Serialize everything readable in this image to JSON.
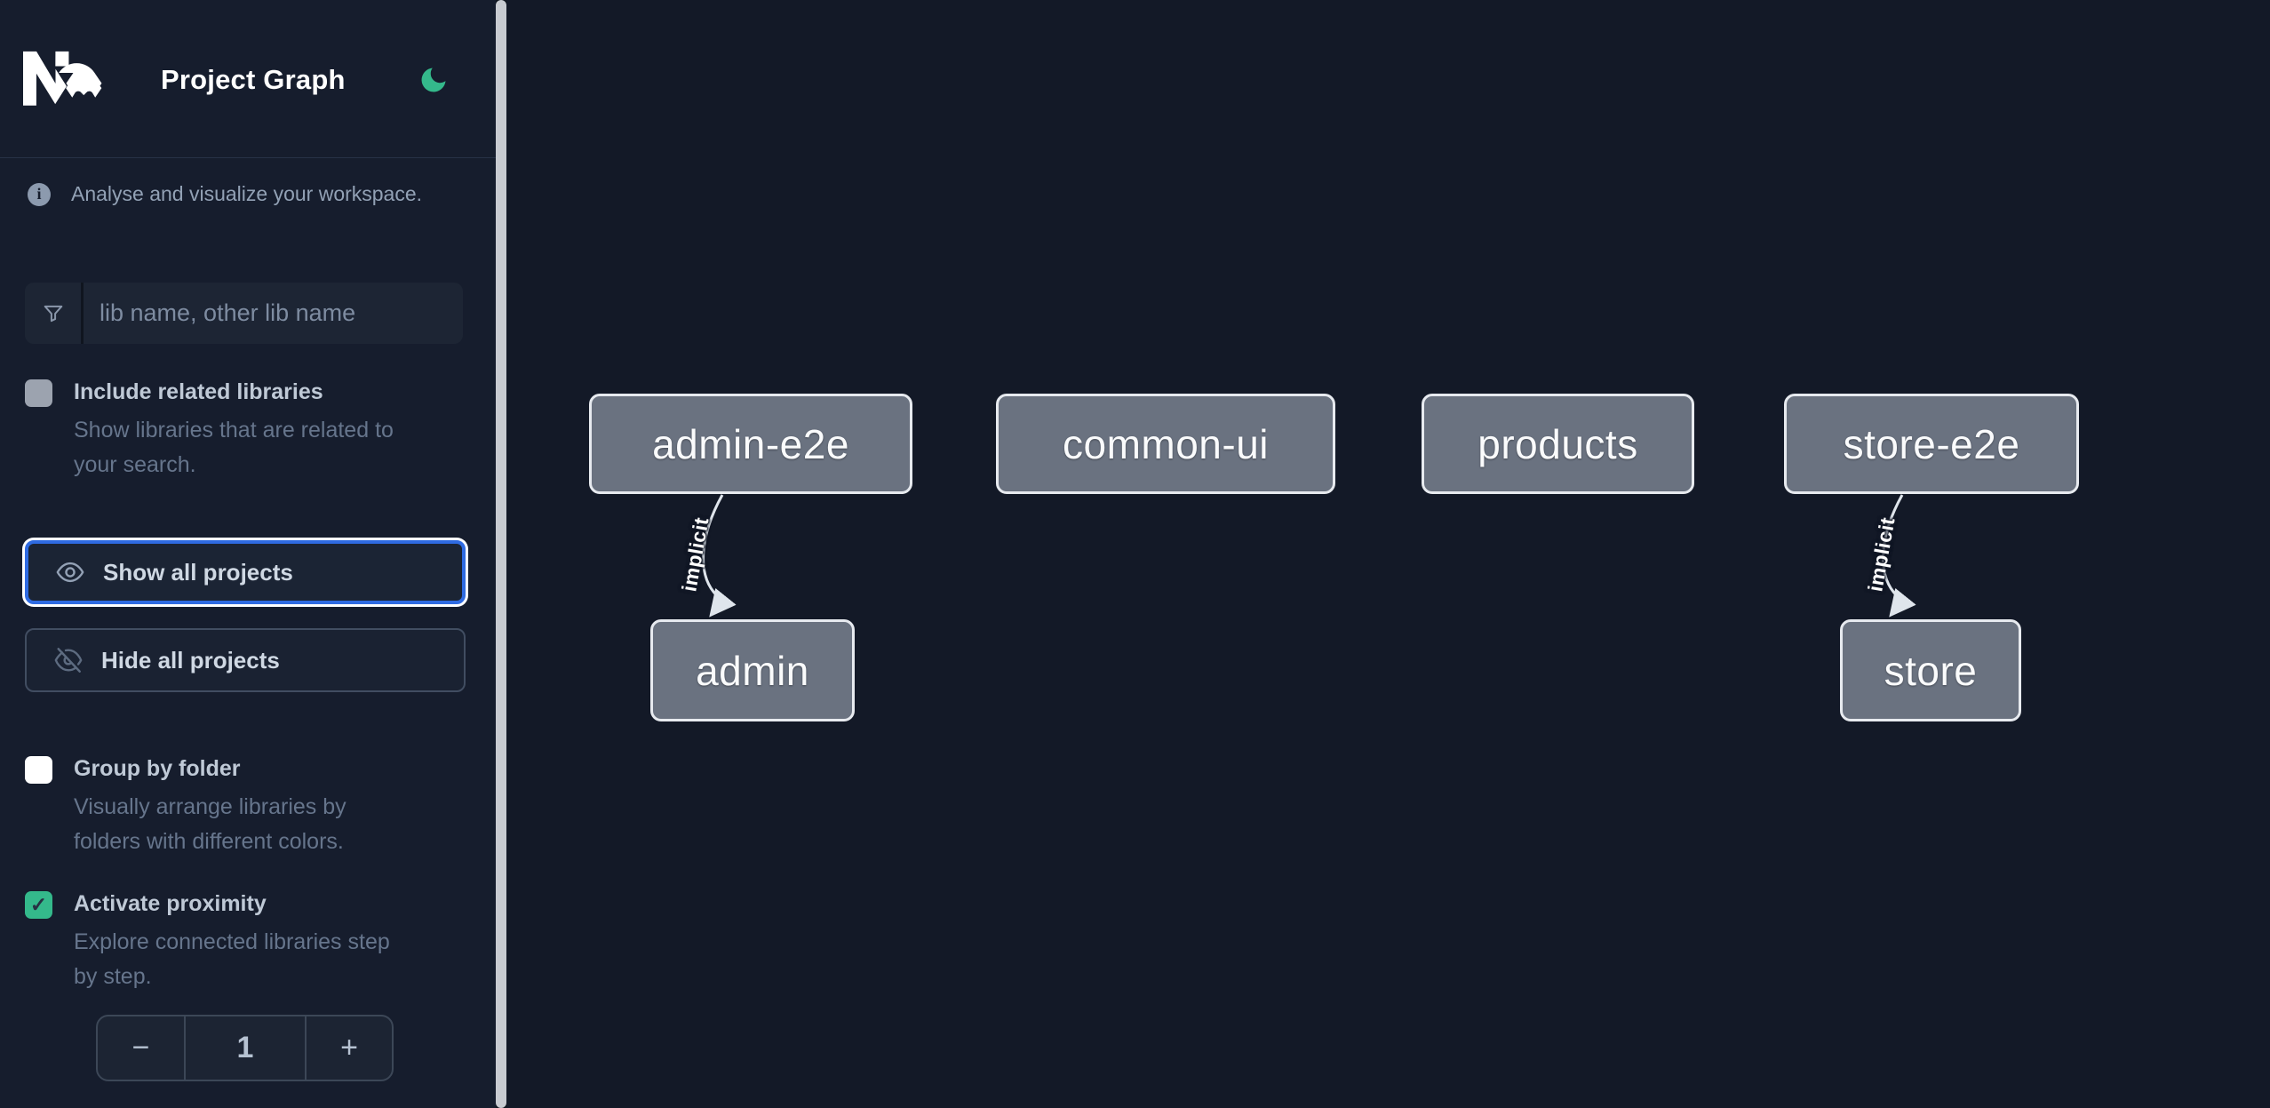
{
  "header": {
    "title": "Project Graph",
    "logo_icon": "nx-logo",
    "theme_icon": "moon-icon"
  },
  "colors": {
    "accent_green": "#34b98b",
    "focus_blue": "#2f6be2",
    "node_fill": "#6a7280",
    "node_border": "#e7eaef",
    "sidebar_bg": "#161d2d",
    "canvas_bg": "#131927"
  },
  "sidebar": {
    "tagline": "Analyse and visualize your workspace.",
    "search": {
      "icon": "funnel-icon",
      "placeholder": "lib name, other lib name",
      "value": ""
    },
    "toggles": [
      {
        "label": "Include related libraries",
        "description": "Show libraries that are related to\nyour search.",
        "checked": false,
        "disabled": true
      },
      {
        "label": "Group by folder",
        "description": "Visually arrange libraries by\nfolders with different colors.",
        "checked": false,
        "disabled": false
      },
      {
        "label": "Activate proximity",
        "description": "Explore connected libraries step\nby step.",
        "checked": true,
        "disabled": false
      }
    ],
    "check_glyph": "✓",
    "actions": [
      {
        "label": "Show all projects",
        "icon": "eye-icon",
        "focused": true
      },
      {
        "label": "Hide all projects",
        "icon": "eye-off-icon",
        "focused": false
      }
    ],
    "stepper": {
      "decrement": "−",
      "value": "1",
      "increment": "+"
    }
  },
  "graph": {
    "nodes": [
      {
        "id": "admin-e2e",
        "label": "admin-e2e"
      },
      {
        "id": "common-ui",
        "label": "common-ui"
      },
      {
        "id": "products",
        "label": "products"
      },
      {
        "id": "store-e2e",
        "label": "store-e2e"
      },
      {
        "id": "admin",
        "label": "admin"
      },
      {
        "id": "store",
        "label": "store"
      }
    ],
    "edges": [
      {
        "from": "admin-e2e",
        "to": "admin",
        "label": "implicit",
        "type": "implicit"
      },
      {
        "from": "store-e2e",
        "to": "store",
        "label": "implicit",
        "type": "implicit"
      }
    ]
  },
  "fab": {
    "icon": "download-icon"
  }
}
